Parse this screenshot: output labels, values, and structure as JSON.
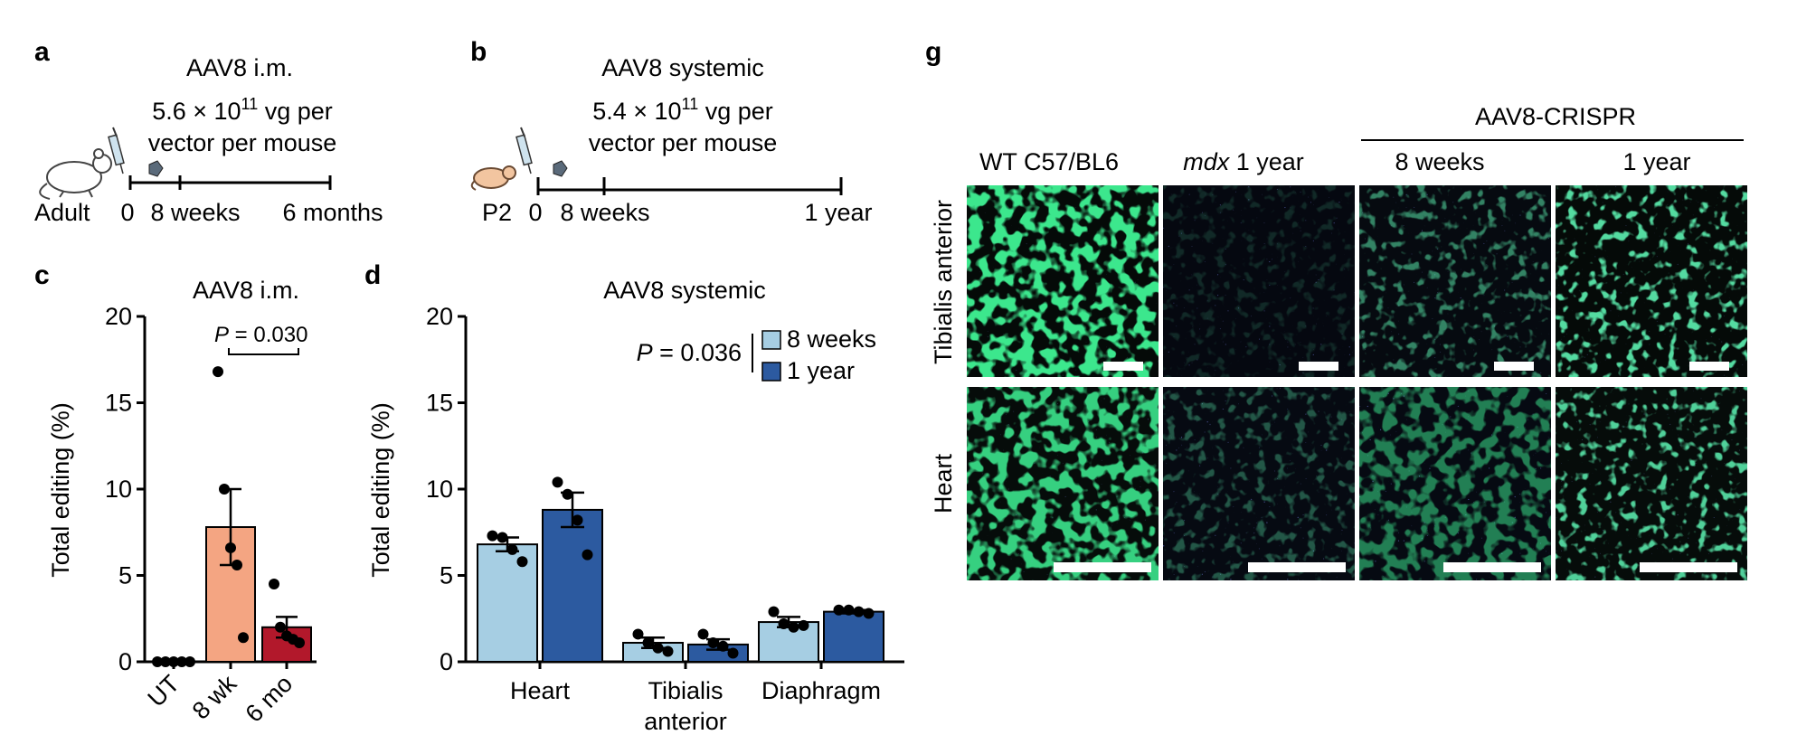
{
  "panel_labels": {
    "a": "a",
    "b": "b",
    "c": "c",
    "d": "d",
    "g": "g"
  },
  "panel_a": {
    "title": "AAV8 i.m.",
    "dose_mant": "5.6 × 10",
    "dose_exp": "11",
    "dose_unit": " vg per",
    "dose_line2": "vector per mouse",
    "stage": "Adult",
    "t0": "0",
    "t1": "8 weeks",
    "t2": "6 months"
  },
  "panel_b": {
    "title": "AAV8 systemic",
    "dose_mant": "5.4 × 10",
    "dose_exp": "11",
    "dose_unit": " vg per",
    "dose_line2": "vector per mouse",
    "stage": "P2",
    "t0": "0",
    "t1": "8 weeks",
    "t2": "1 year"
  },
  "panel_g": {
    "group_label": "AAV8-CRISPR",
    "columns": [
      {
        "italic": "",
        "text": "WT C57/BL6"
      },
      {
        "italic": "mdx",
        "text": " 1 year"
      },
      {
        "italic": "",
        "text": "8 weeks"
      },
      {
        "italic": "",
        "text": "1 year"
      }
    ],
    "rows": [
      "Tibialis anterior",
      "Heart"
    ]
  },
  "chart_data": [
    {
      "id": "c",
      "type": "bar",
      "title": "AAV8 i.m.",
      "ylabel": "Total editing (%)",
      "ylim": [
        0,
        20
      ],
      "yticks": [
        "0",
        "5",
        "10",
        "15",
        "20"
      ],
      "categories": [
        "UT",
        "8 wk",
        "6 mo"
      ],
      "values": [
        0.0,
        7.8,
        2.0
      ],
      "errors": [
        0.0,
        2.2,
        0.6
      ],
      "colors": [
        "#ffffff",
        "#f4a582",
        "#b2182b"
      ],
      "points": [
        [
          0,
          0,
          0,
          0,
          0
        ],
        [
          16.8,
          10.0,
          6.6,
          5.6,
          1.4
        ],
        [
          4.5,
          2.0,
          1.5,
          1.3,
          1.1
        ]
      ],
      "annotation": {
        "p_italic": "P",
        "p_value": " = 0.030"
      }
    },
    {
      "id": "d",
      "type": "bar",
      "title": "AAV8 systemic",
      "ylabel": "Total editing (%)",
      "ylim": [
        0,
        20
      ],
      "yticks": [
        "0",
        "5",
        "10",
        "15",
        "20"
      ],
      "categories": [
        "Heart",
        "Tibialis anterior",
        "Diaphragm"
      ],
      "category_lines": [
        [
          "Heart"
        ],
        [
          "Tibialis",
          "anterior"
        ],
        [
          "Diaphragm"
        ]
      ],
      "series": [
        {
          "name": "8 weeks",
          "color": "#a6cee3",
          "values": [
            6.8,
            1.1,
            2.3
          ],
          "errors": [
            0.4,
            0.3,
            0.3
          ],
          "points": [
            [
              7.3,
              7.2,
              6.5,
              5.8
            ],
            [
              1.6,
              1.1,
              0.8,
              0.6
            ],
            [
              2.9,
              2.2,
              2.0,
              2.1
            ]
          ]
        },
        {
          "name": "1 year",
          "color": "#2c5aa0",
          "values": [
            8.8,
            1.0,
            2.9
          ],
          "errors": [
            1.0,
            0.3,
            0.1
          ],
          "points": [
            [
              10.4,
              9.7,
              8.2,
              6.2
            ],
            [
              1.6,
              1.1,
              0.9,
              0.5
            ],
            [
              3.0,
              3.0,
              2.9,
              2.8
            ]
          ]
        }
      ],
      "annotation": {
        "p_italic": "P",
        "p_value": " = 0.036"
      }
    }
  ]
}
